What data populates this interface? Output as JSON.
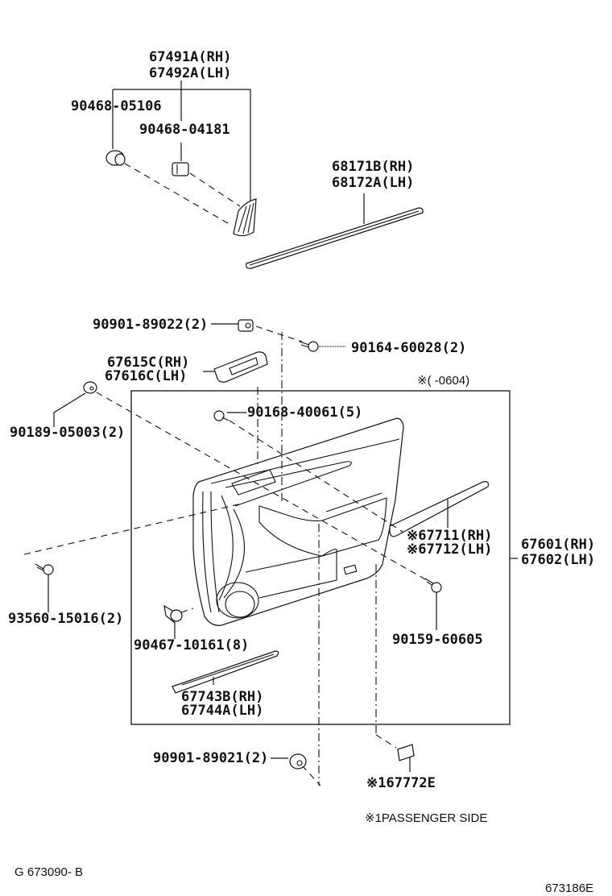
{
  "diagram": {
    "title": "Front Door Trim Board Parts Diagram",
    "callouts": {
      "garnish_rh": "67491A(RH)",
      "garnish_lh": "67492A(LH)",
      "clip_05106": "90468-05106",
      "clip_04181": "90468-04181",
      "weatherstrip_rh": "68171B(RH)",
      "weatherstrip_lh": "68172A(LH)",
      "clip_89022": "90901-89022(2)",
      "screw_60028": "90164-60028(2)",
      "bezel_rh": "67615C(RH)",
      "bezel_lh": "67616C(LH)",
      "applicability_note": "※(      -0604)",
      "screw_05003": "90189-05003(2)",
      "clip_40061": "90168-40061(5)",
      "trim_rh": "67601(RH)",
      "trim_lh": "67602(LH)",
      "pad_rh": "※67711(RH)",
      "pad_lh": "※67712(LH)",
      "screw_15016": "93560-15016(2)",
      "screw_60605": "90159-60605",
      "clip_10161": "90467-10161(8)",
      "cover_rh": "67743B(RH)",
      "cover_lh": "67744A(LH)",
      "clip_89021": "90901-89021(2)",
      "cover_67772": "※167772E"
    },
    "footnote": "※1PASSENGER SIDE",
    "footer_left": "G  673090- B",
    "footer_right": "673186E"
  }
}
